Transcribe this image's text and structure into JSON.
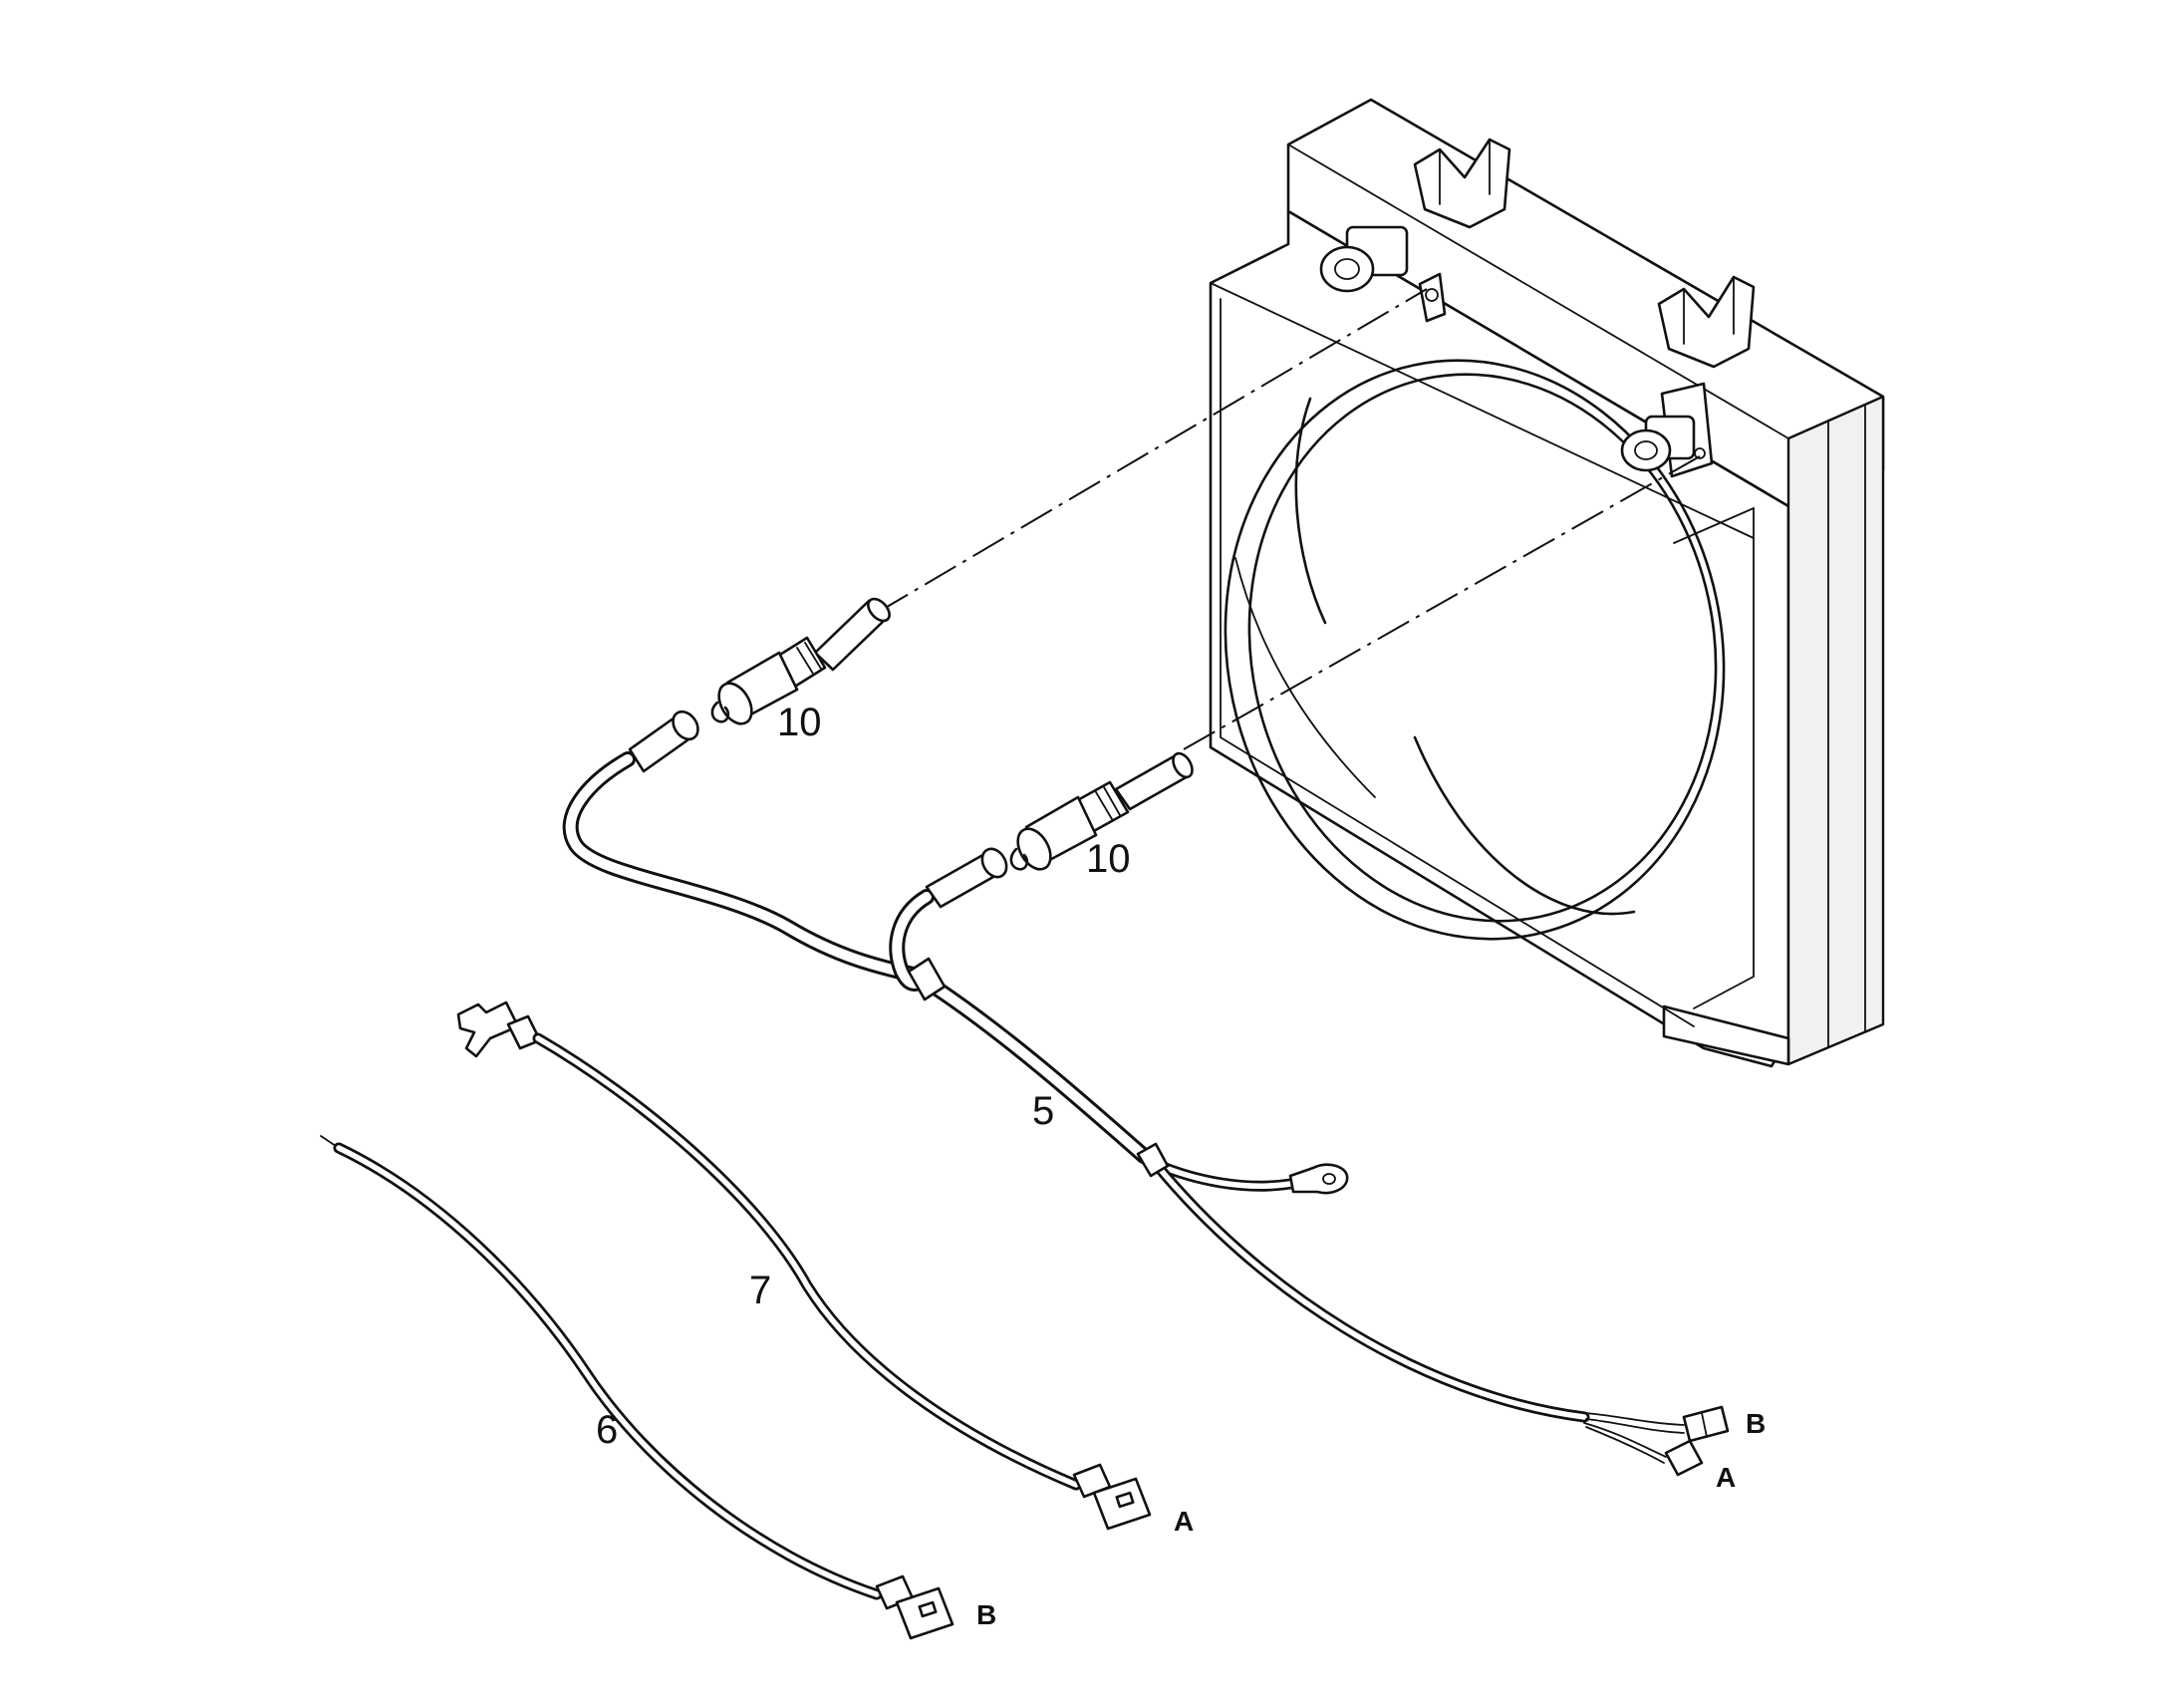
{
  "callouts": {
    "sensor_upper": "10",
    "sensor_lower": "10",
    "harness_main": "5",
    "wire_7": "7",
    "wire_6": "6",
    "harness_end_b": "B",
    "harness_end_a": "A",
    "wire_7_end": "A",
    "wire_6_end": "B"
  },
  "colors": {
    "line": "#111111",
    "background": "#ffffff"
  }
}
